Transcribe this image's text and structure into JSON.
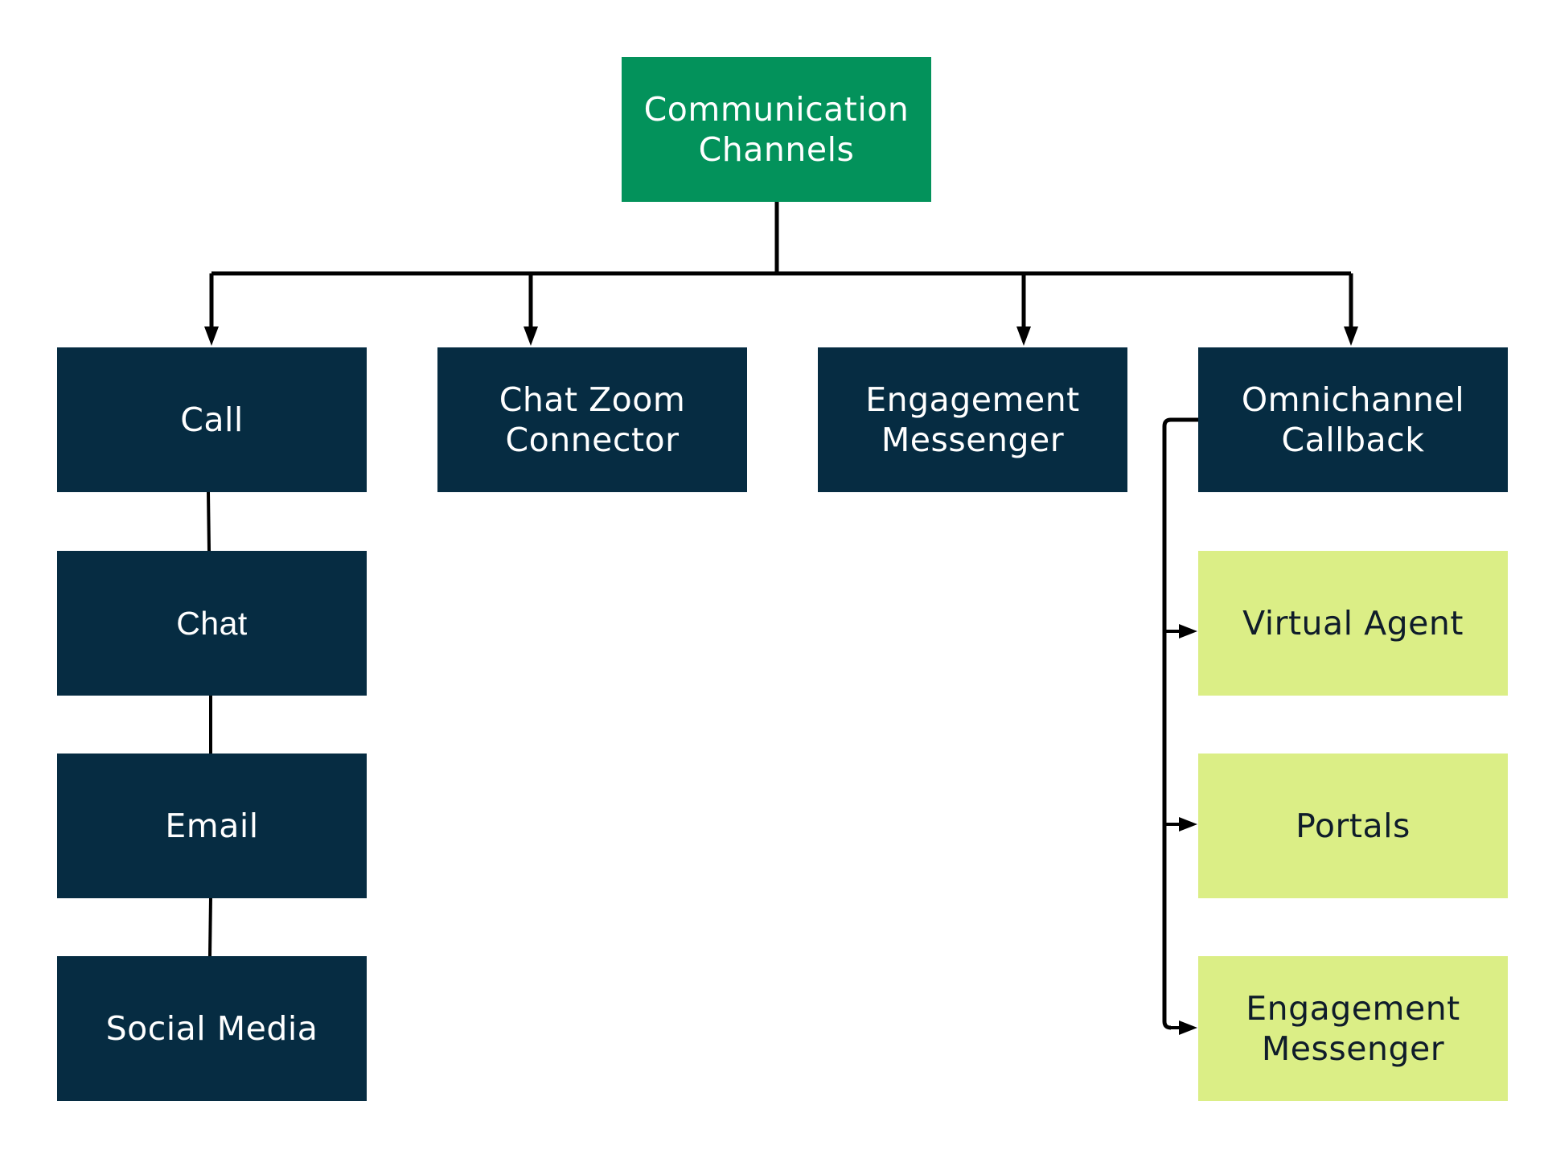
{
  "colors": {
    "root": "#03925b",
    "dark": "#062c42",
    "light": "#dbee86",
    "connector": "#000000"
  },
  "nodes": {
    "root": "Communication\nChannels",
    "call": "Call",
    "chat_zoom_connector": "Chat Zoom\nConnector",
    "engagement_messenger": "Engagement\nMessenger",
    "omnichannel_callback": "Omnichannel\nCallback",
    "chat": "Chat",
    "email": "Email",
    "social_media": "Social Media",
    "virtual_agent": "Virtual Agent",
    "portals": "Portals",
    "engagement_messenger_sub": "Engagement\nMessenger"
  }
}
